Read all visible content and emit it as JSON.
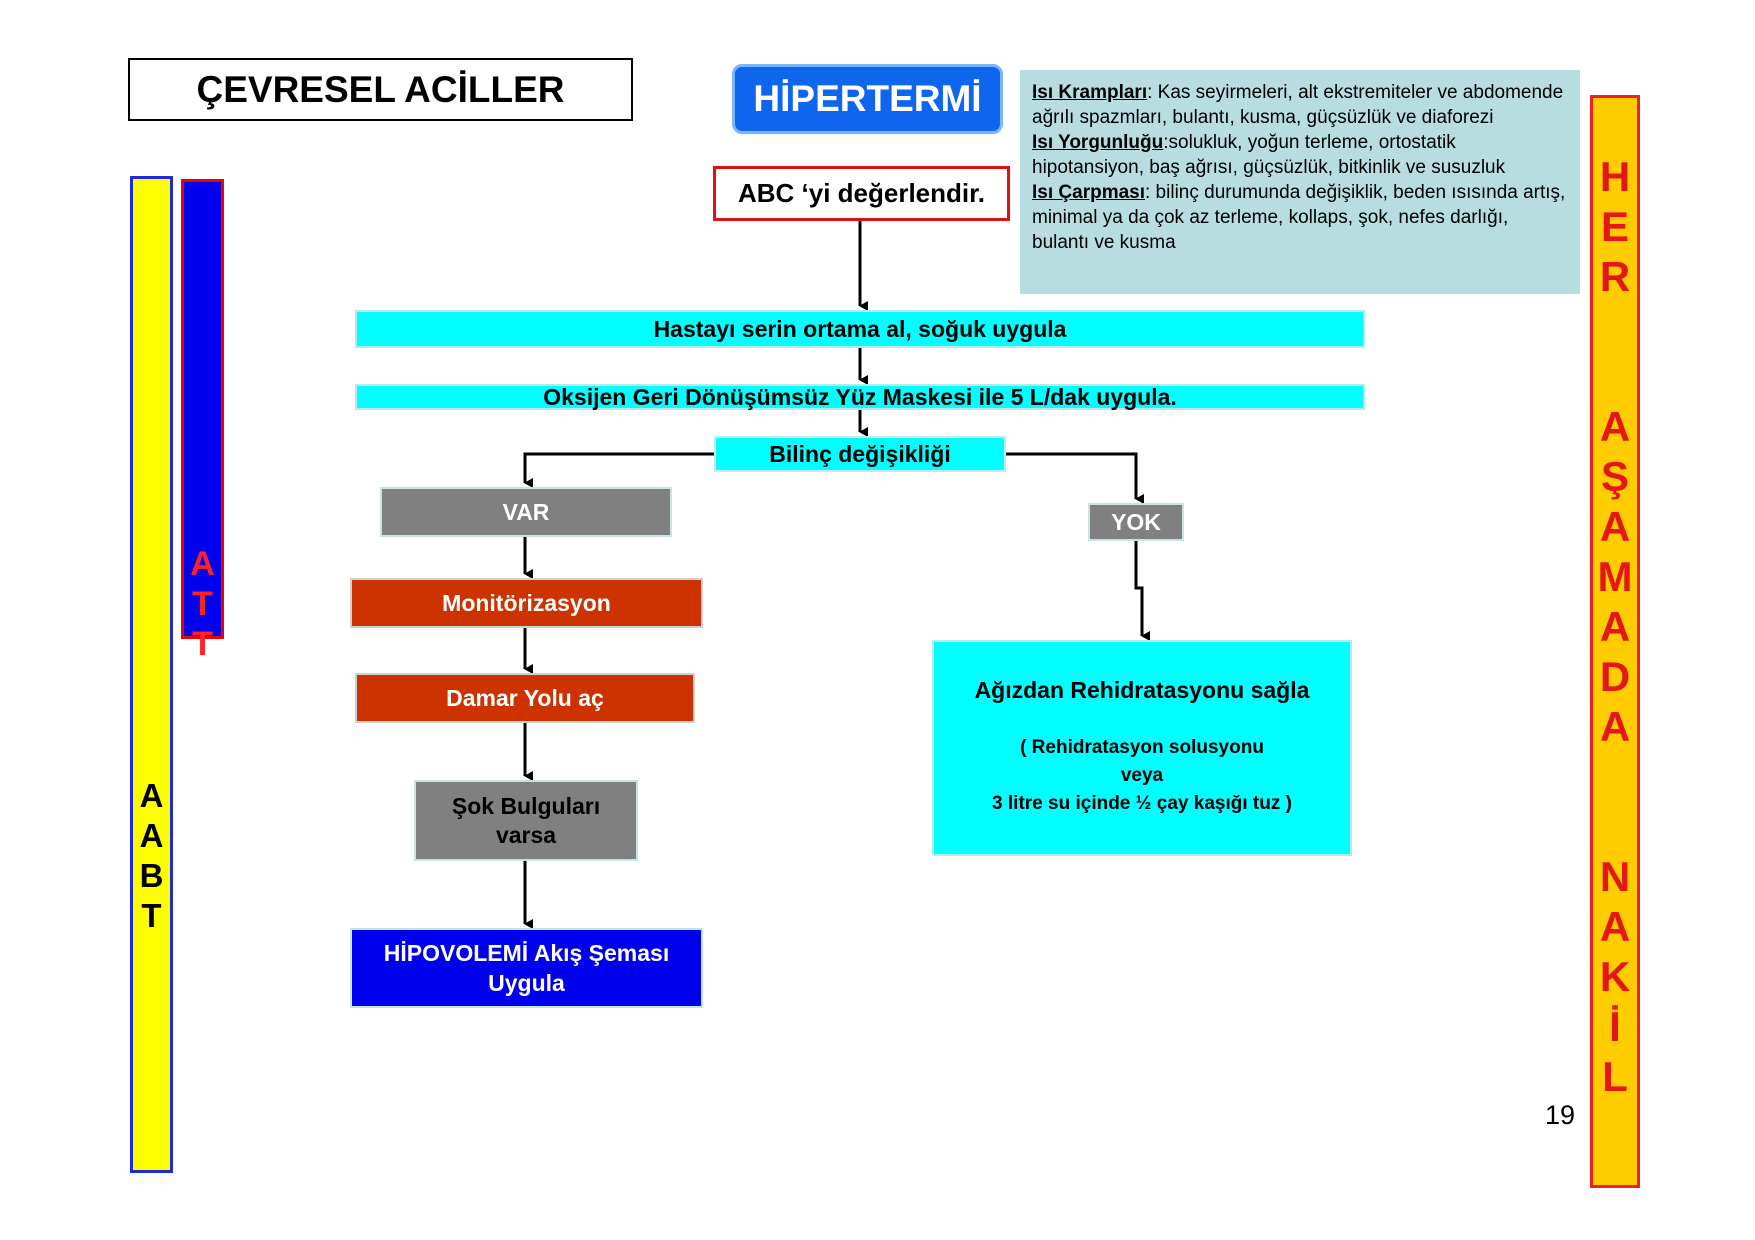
{
  "header": {
    "section_title": "ÇEVRESEL ACİLLER",
    "topic_title": "HİPERTERMİ"
  },
  "info_box": {
    "items": [
      {
        "term": "Isı Krampları",
        "text": ": Kas seyirmeleri, alt ekstremiteler ve abdomende ağrılı spazmları, bulantı, kusma, güçsüzlük ve diaforezi"
      },
      {
        "term": "Isı Yorgunluğu",
        "text": ":solukluk, yoğun terleme, ortostatik hipotansiyon, baş ağrısı, güçsüzlük, bitkinlik ve susuzluk"
      },
      {
        "term": "Isı Çarpması",
        "text": ": bilinç durumunda değişiklik, beden ısısında artış, minimal ya da çok az terleme, kollaps, şok, nefes darlığı, bulantı ve kusma"
      }
    ]
  },
  "side_bars": {
    "aabt": [
      "A",
      "A",
      "B",
      "T"
    ],
    "att": [
      "A",
      "T",
      "T"
    ],
    "her": [
      "H",
      "E",
      "R",
      "",
      "",
      "A",
      "Ş",
      "A",
      "M",
      "A",
      "D",
      "A",
      "",
      "",
      "N",
      "A",
      "K",
      "İ",
      "L"
    ]
  },
  "flow": {
    "abc": "ABC ‘yi değerlendir.",
    "cool": "Hastayı serin ortama al, soğuk uygula",
    "oxygen": "Oksijen Geri Dönüşümsüz Yüz Maskesi ile 5 L/dak uygula.",
    "bilinc": "Bilinç değişikliği",
    "var": "VAR",
    "yok": "YOK",
    "monitor": "Monitörizasyon",
    "damar": "Damar Yolu aç",
    "sok_line1": "Şok Bulguları",
    "sok_line2": "varsa",
    "hipovolemi_line1": "HİPOVOLEMİ Akış Şeması",
    "hipovolemi_line2": "Uygula",
    "rehyd_title": "Ağızdan Rehidratasyonu sağla",
    "rehyd_line1": "( Rehidratasyon solusyonu",
    "rehyd_line2": "veya",
    "rehyd_line3": "3 litre su içinde ½ çay kaşığı tuz )"
  },
  "page_number": "19"
}
